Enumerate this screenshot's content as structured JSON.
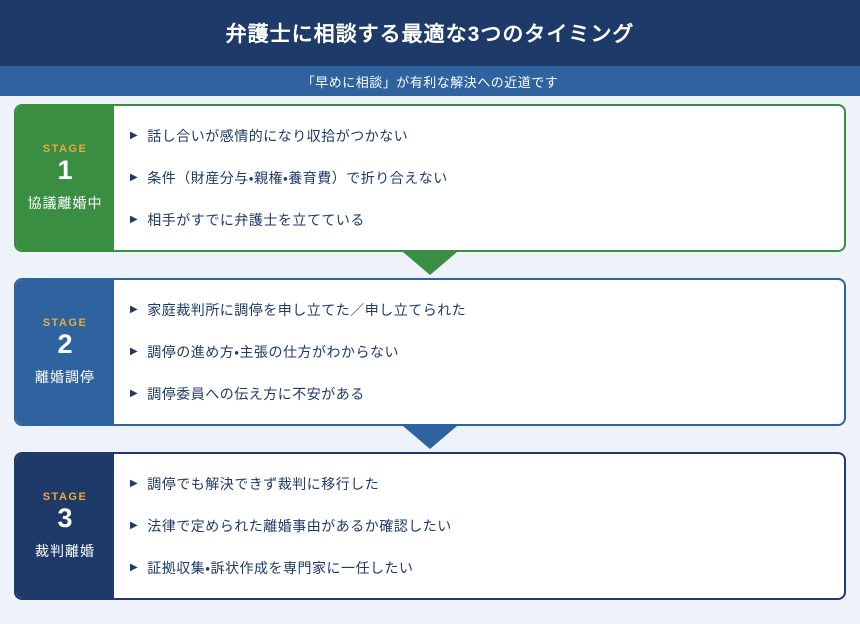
{
  "header": {
    "title": "弁護士に相談する最適な3つのタイミング"
  },
  "subtitle_bar": {
    "text": "「早めに相談」が有利な解決への近道です"
  },
  "icons": {
    "bullet": "▶",
    "arrow_down": "triangle-down"
  },
  "colors": {
    "header_bg": "#1e3a68",
    "subtitle_bg": "#2f63a0",
    "page_bg": "#edf2fb",
    "stage1_green": "#3a8e41",
    "stage2_blue": "#2f63a0",
    "stage3_navy": "#1e3a68",
    "stage_word_gold": "#eda93c",
    "body_text": "#1e3a68",
    "content_bg": "#ffffff"
  },
  "stages": [
    {
      "stage_word": "STAGE",
      "number": "1",
      "name": "協議離婚中",
      "accent_color": "#3a8e41",
      "items": [
        "話し合いが感情的になり収拾がつかない",
        "条件（財産分与・親権・養育費）で折り合えない",
        "相手がすでに弁護士を立てている"
      ]
    },
    {
      "stage_word": "STAGE",
      "number": "2",
      "name": "離婚調停",
      "accent_color": "#2f63a0",
      "items": [
        "家庭裁判所に調停を申し立てた／申し立てられた",
        "調停の進め方・主張の仕方がわからない",
        "調停委員への伝え方に不安がある"
      ]
    },
    {
      "stage_word": "STAGE",
      "number": "3",
      "name": "裁判離婚",
      "accent_color": "#1e3a68",
      "items": [
        "調停でも解決できず裁判に移行した",
        "法律で定められた離婚事由があるか確認したい",
        "証拠収集・訴状作成を専門家に一任したい"
      ]
    }
  ]
}
